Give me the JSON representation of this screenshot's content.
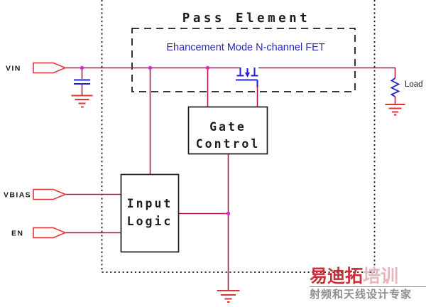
{
  "diagram": {
    "title": "Pass Element",
    "fet_caption": "Ehancement Mode N-channel FET",
    "ports": {
      "vin": "VIN",
      "vbias": "VBIAS",
      "en": "EN"
    },
    "blocks": {
      "gate_control": {
        "line1": "Gate",
        "line2": "Control"
      },
      "input_logic": {
        "line1": "Input",
        "line2": "Logic"
      }
    },
    "load_label": "Load"
  },
  "watermark": {
    "brand_primary": "易迪拓",
    "brand_secondary": "培训",
    "tagline": "射频和天线设计专家"
  },
  "colors": {
    "wire_crimson": "#b5164b",
    "port_and_ground_red": "#e03535",
    "junction_magenta": "#d531c3",
    "component_blue": "#2621cd",
    "caption_blue": "#2c28b8",
    "ink_black": "#1c1c1c",
    "watermark_red": "#c9323c",
    "watermark_pink": "#eab4be",
    "watermark_gray": "#8f8f8f"
  }
}
